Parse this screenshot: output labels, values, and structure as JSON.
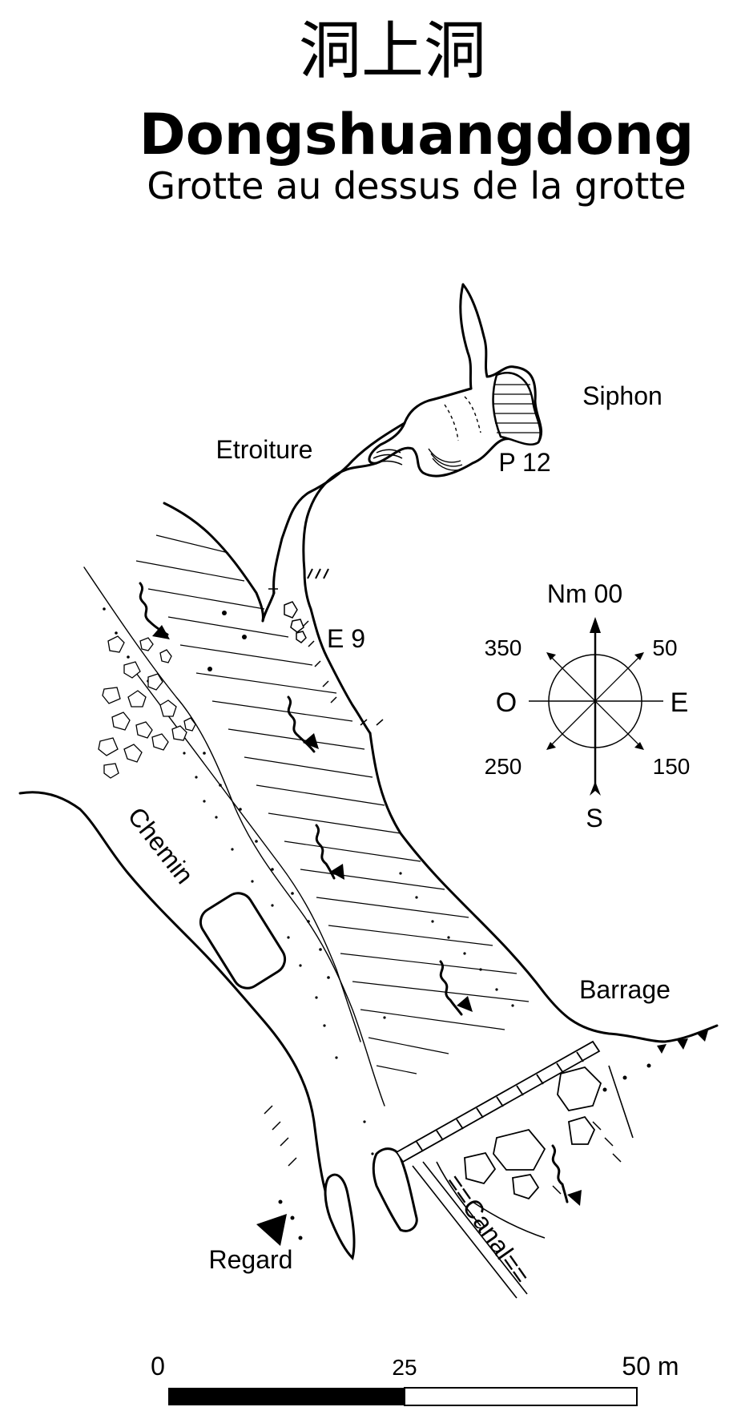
{
  "chinese_title": "洞上洞",
  "title": "Dongshuangdong",
  "subtitle": "Grotte au dessus de la grotte",
  "labels": {
    "siphon": "Siphon",
    "etroiture": "Etroiture",
    "p12": "P 12",
    "e9": "E 9",
    "chemin": "Chemin",
    "barrage": "Barrage",
    "regard": "Regard",
    "canal": "==Canal=="
  },
  "compass": {
    "north": "Nm 00",
    "ne": "50",
    "nw": "350",
    "west": "O",
    "east": "E",
    "sw": "250",
    "se": "150",
    "south": "S"
  },
  "scale": {
    "zero": "0",
    "mid": "25",
    "end": "50 m"
  },
  "colors": {
    "ink": "#000000",
    "paper": "#ffffff"
  }
}
